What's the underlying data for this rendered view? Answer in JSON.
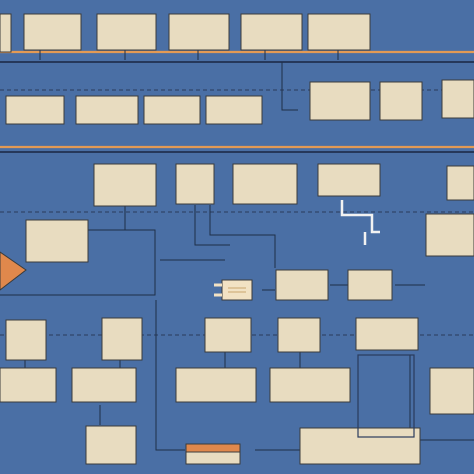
{
  "colors": {
    "background": "#4a6fa5",
    "box_fill": "#e8dcc0",
    "accent_orange": "#e0884c",
    "bus_orange": "#e39a55",
    "wire": "#1f2f48"
  },
  "nodes": [
    {
      "id": "r1-a",
      "label": ""
    },
    {
      "id": "r1-b",
      "label": ""
    },
    {
      "id": "r1-c",
      "label": ""
    },
    {
      "id": "r1-d",
      "label": ""
    },
    {
      "id": "r1-e",
      "label": ""
    },
    {
      "id": "r1-f",
      "label": ""
    },
    {
      "id": "r2-a",
      "label": ""
    },
    {
      "id": "r2-b",
      "label": ""
    },
    {
      "id": "r2-c",
      "label": ""
    },
    {
      "id": "r2-d",
      "label": ""
    },
    {
      "id": "r2-e",
      "label": ""
    },
    {
      "id": "r2-f",
      "label": ""
    },
    {
      "id": "r2-g",
      "label": ""
    },
    {
      "id": "r3-a",
      "label": ""
    },
    {
      "id": "r3-b",
      "label": ""
    },
    {
      "id": "r3-c",
      "label": ""
    },
    {
      "id": "r3-d",
      "label": ""
    },
    {
      "id": "r3-e",
      "label": ""
    },
    {
      "id": "r4-a",
      "label": ""
    },
    {
      "id": "r4-b",
      "label": ""
    },
    {
      "id": "r4-c",
      "label": ""
    },
    {
      "id": "r4-d",
      "label": ""
    },
    {
      "id": "r5-a",
      "label": ""
    },
    {
      "id": "r5-b",
      "label": ""
    },
    {
      "id": "r5-c",
      "label": ""
    },
    {
      "id": "r5-d",
      "label": ""
    },
    {
      "id": "r5-e",
      "label": ""
    },
    {
      "id": "r6-a",
      "label": ""
    },
    {
      "id": "r6-b",
      "label": ""
    },
    {
      "id": "r6-c",
      "label": ""
    },
    {
      "id": "r6-d",
      "label": ""
    },
    {
      "id": "r6-e",
      "label": ""
    },
    {
      "id": "r7-a",
      "label": ""
    },
    {
      "id": "r7-b",
      "label": ""
    },
    {
      "id": "r7-c",
      "label": ""
    }
  ]
}
